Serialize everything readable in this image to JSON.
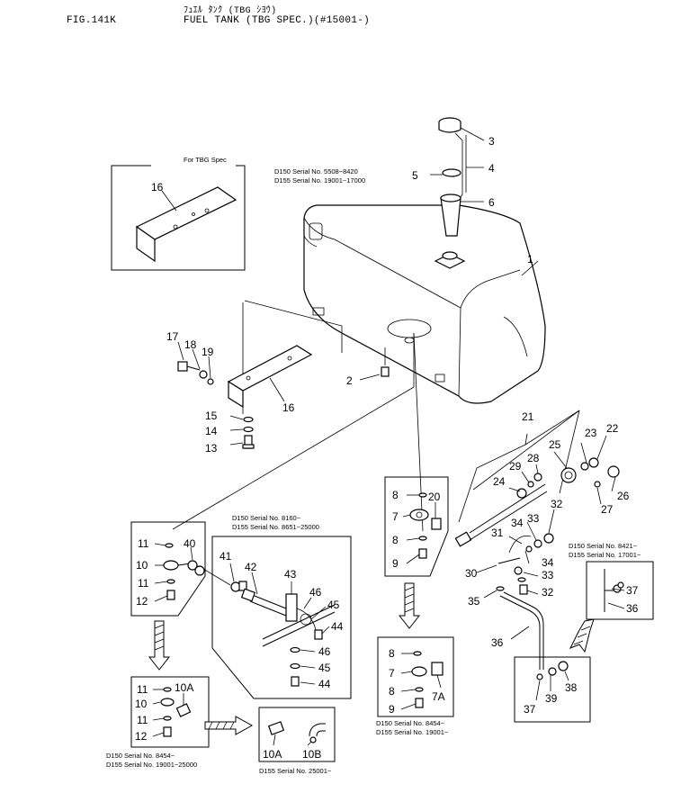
{
  "header": {
    "kana_title": "ﾌｭｴﾙ ﾀﾝｸ (TBG ｼﾖｳ)",
    "fig_number": "FIG.141K",
    "title": "FUEL TANK (TBG SPEC.)(#15001-)"
  },
  "notes": {
    "tbg_spec": "For TBG Spec",
    "cap_serial_1": "D150 Serial No. 5508~8420",
    "cap_serial_2": "D155 Serial No. 19001~17000",
    "left_box_serial_1": "D150 Serial No. 8160~",
    "left_box_serial_2": "D155 Serial No. 8651~25000",
    "right_box_serial_1": "D150 Serial No. 8421~",
    "right_box_serial_2": "D155 Serial No. 17001~",
    "center_box_serial_1": "D150 Serial No. 8454~",
    "center_box_serial_2": "D155 Serial No. 19001~",
    "bottom_left_serial_1": "D150 Serial No. 8454~",
    "bottom_left_serial_2": "D155 Serial No. 19001~25000",
    "bottom_mid_serial": "D155 Serial No. 25001~"
  },
  "callouts": {
    "c1": "1",
    "c2": "2",
    "c3": "3",
    "c4": "4",
    "c5": "5",
    "c6": "6",
    "c7": "7",
    "c7b": "7",
    "c7a": "7A",
    "c8a": "8",
    "c8b": "8",
    "c8c": "8",
    "c8d": "8",
    "c9a": "9",
    "c9b": "9",
    "c10": "10",
    "c10b": "10",
    "c10a": "10A",
    "c10a2": "10A",
    "c10bb": "10B",
    "c11a": "11",
    "c11b": "11",
    "c11c": "11",
    "c11d": "11",
    "c12a": "12",
    "c12b": "12",
    "c13": "13",
    "c14": "14",
    "c15": "15",
    "c16a": "16",
    "c16b": "16",
    "c17": "17",
    "c18": "18",
    "c19": "19",
    "c20": "20",
    "c21": "21",
    "c22": "22",
    "c23": "23",
    "c24": "24",
    "c25": "25",
    "c26": "26",
    "c27": "27",
    "c28": "28",
    "c29": "29",
    "c30": "30",
    "c31": "31",
    "c32a": "32",
    "c32b": "32",
    "c33a": "33",
    "c33b": "33",
    "c34a": "34",
    "c34b": "34",
    "c35": "35",
    "c36a": "36",
    "c36b": "36",
    "c37a": "37",
    "c37b": "37",
    "c38": "38",
    "c39": "39",
    "c40": "40",
    "c41": "41",
    "c42": "42",
    "c43": "43",
    "c44a": "44",
    "c44b": "44",
    "c45a": "45",
    "c45b": "45",
    "c46a": "46",
    "c46b": "46"
  }
}
